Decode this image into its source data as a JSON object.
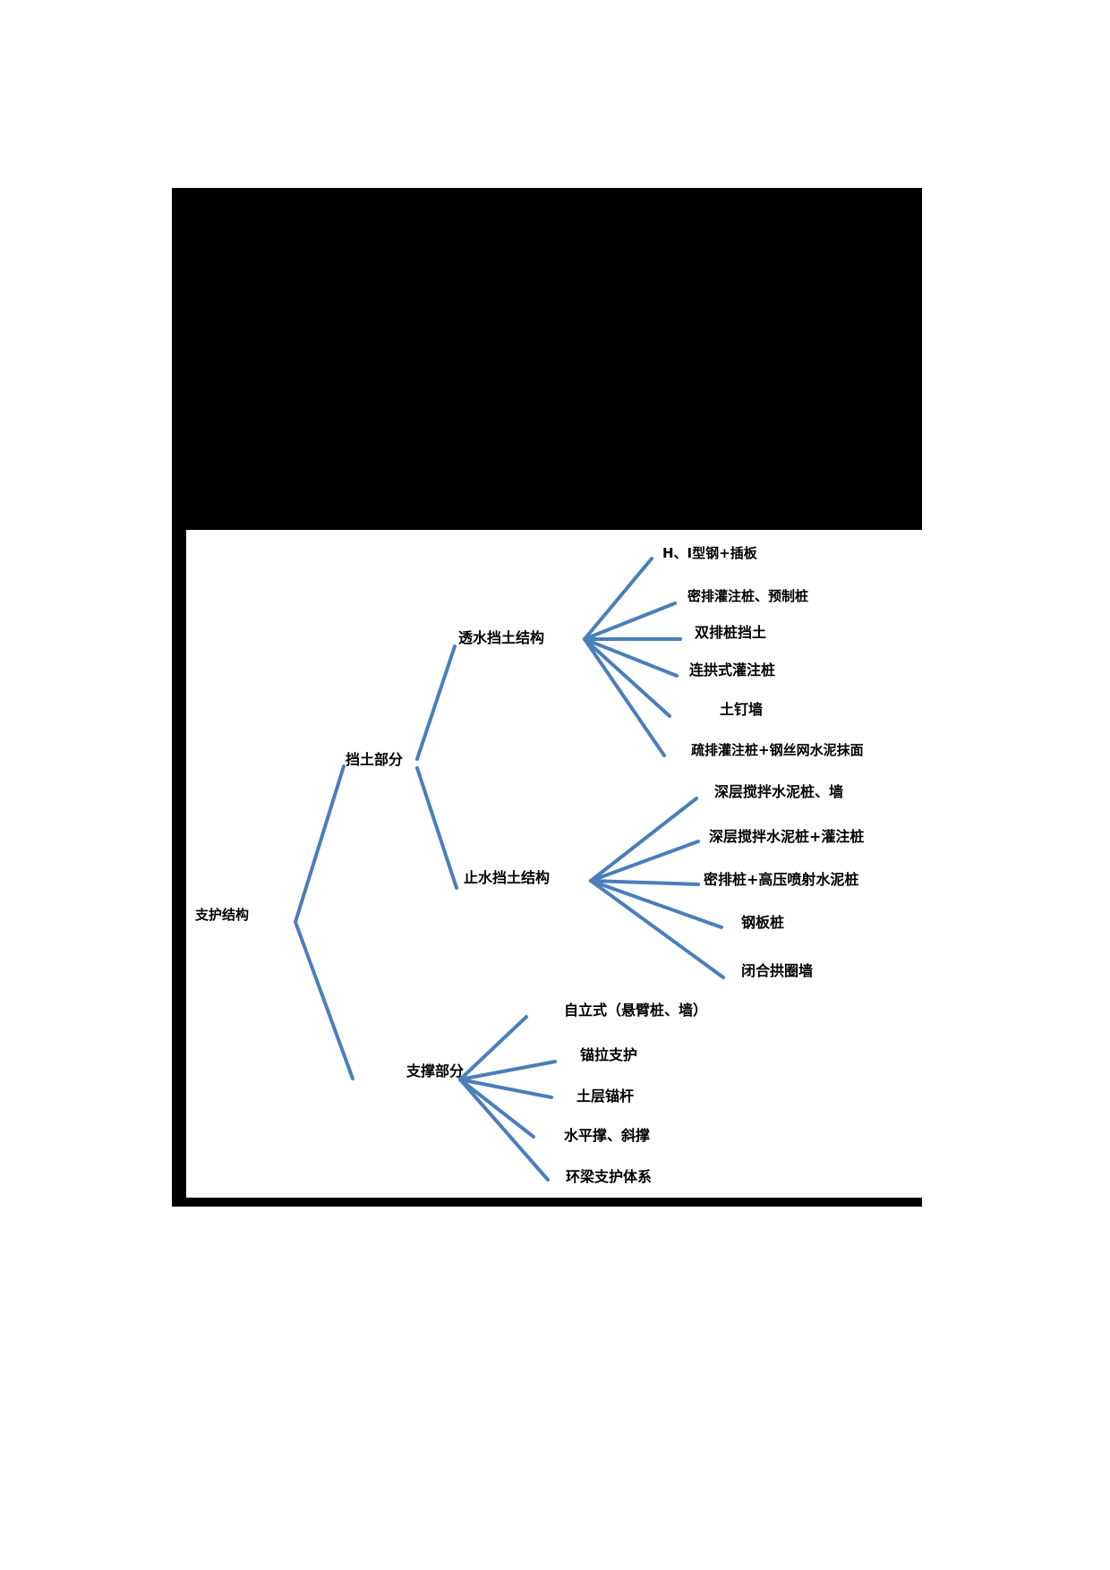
{
  "document": {
    "kind": "tree-diagram",
    "title_text": "支护结构",
    "background_color": "#ffffff",
    "plate_color": "#000000",
    "line_color": "#4a7ebb",
    "text_color": "#000000",
    "accent_color": "#c8a03c"
  },
  "tree": {
    "root": {
      "label": "支护结构"
    },
    "branches": [
      {
        "label": "挡土部分",
        "groups": [
          {
            "label": "透水挡土结构",
            "leaves": [
              "H、I型钢+插板",
              "密排灌注桩、预制桩",
              "双排桩挡土",
              "连拱式灌注桩",
              "土钉墙",
              "疏排灌注桩+钢丝网水泥抹面"
            ]
          },
          {
            "label": "止水挡土结构",
            "leaves": [
              "深层搅拌水泥桩、墙",
              "深层搅拌水泥桩+灌注桩",
              "密排桩+高压喷射水泥桩",
              "钢板桩",
              "闭合拱圈墙"
            ]
          }
        ]
      },
      {
        "label": "支撑部分",
        "groups": [
          {
            "label": "",
            "leaves": [
              "自立式（悬臂桩、墙）",
              "锚拉支护",
              "土层锚杆",
              "水平撑、斜撑",
              "环梁支护体系"
            ]
          }
        ]
      }
    ]
  },
  "labels": {
    "root": "支护结构",
    "b1": "挡土部分",
    "b2": "支撑部分",
    "g1": "透水挡土结构",
    "g2": "止水挡土结构",
    "g1_leaf0": "H、I型钢+插板",
    "g1_leaf1": "密排灌注桩、预制桩",
    "g1_leaf2": "双排桩挡土",
    "g1_leaf3": "连拱式灌注桩",
    "g1_leaf4": "土钉墙",
    "g1_leaf5": "疏排灌注桩+钢丝网水泥抹面",
    "g2_leaf0": "深层搅拌水泥桩、墙",
    "g2_leaf1": "深层搅拌水泥桩+灌注桩",
    "g2_leaf2": "密排桩+高压喷射水泥桩",
    "g2_leaf3": "钢板桩",
    "g2_leaf4": "闭合拱圈墙",
    "g3_leaf0": "自立式（悬臂桩、墙）",
    "g3_leaf1": "锚拉支护",
    "g3_leaf2": "土层锚杆",
    "g3_leaf3": "水平撑、斜撑",
    "g3_leaf4": "环梁支护体系"
  }
}
